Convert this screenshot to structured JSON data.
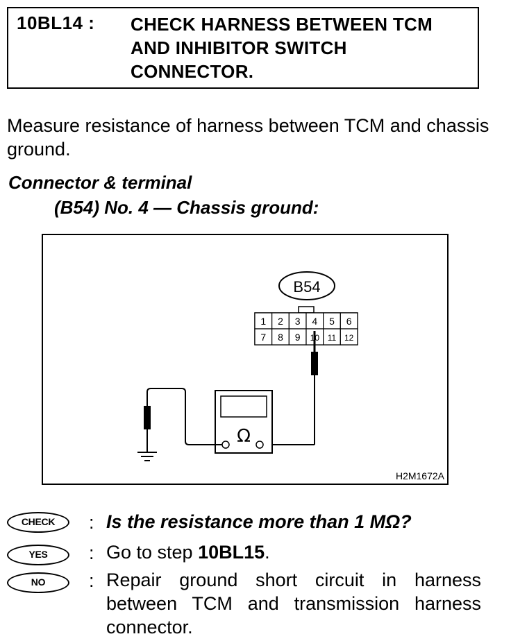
{
  "header": {
    "step_id": "10BL14 :",
    "title": "CHECK HARNESS BETWEEN TCM AND INHIBITOR SWITCH CONNECTOR."
  },
  "intro": "Measure resistance of harness between TCM and chassis ground.",
  "connector": {
    "heading": "Connector & terminal",
    "spec": "(B54) No. 4 — Chassis ground:"
  },
  "diagram": {
    "connector_label": "B54",
    "terminals_top": [
      "1",
      "2",
      "3",
      "4",
      "5",
      "6"
    ],
    "terminals_bottom": [
      "7",
      "8",
      "9",
      "10",
      "11",
      "12"
    ],
    "meter_symbol": "Ω",
    "figure_code": "H2M1672A"
  },
  "check": {
    "badge": "CHECK",
    "colon": ":",
    "question": "Is the resistance more than 1 MΩ?"
  },
  "yes": {
    "badge": "YES",
    "colon": ":",
    "prefix": "Go to step ",
    "step": "10BL15",
    "suffix": "."
  },
  "no": {
    "badge": "NO",
    "colon": ":",
    "text": "Repair ground short circuit in harness between TCM and transmission harness connector."
  }
}
